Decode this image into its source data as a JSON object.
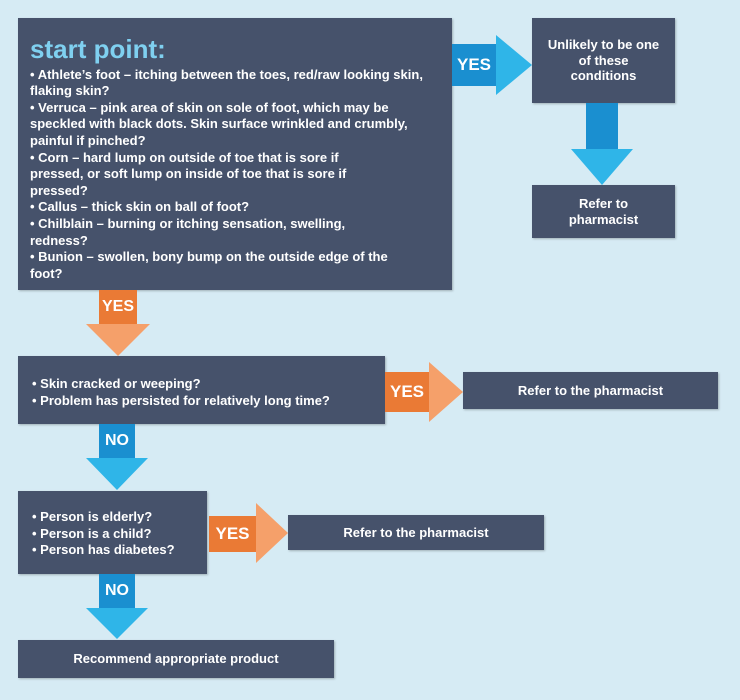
{
  "start": {
    "title": "start point:",
    "items": [
      "Athlete’s foot – itching between the toes, red/raw looking skin, flaking skin?",
      "Verruca – pink area of skin on sole of foot, which may be speckled with black dots. Skin surface wrinkled and crumbly, painful if pinched?",
      "Corn – hard lump on outside of toe that is sore if pressed, or soft lump on inside of toe that is sore if pressed?",
      "Callus – thick skin on ball of foot?",
      "Chilblain – burning or itching sensation, swelling, redness?",
      "Bunion – swollen, bony bump on the outside edge of the foot?"
    ]
  },
  "branch_right": {
    "yes_label": "YES",
    "unlikely_text": "Unlikely to be one of these conditions",
    "refer_text": "Refer to pharmacist"
  },
  "step1": {
    "yes_label": "YES",
    "items": [
      "Skin cracked or weeping?",
      "Problem has persisted for relatively long time?"
    ],
    "yes_label_right": "YES",
    "refer_text": "Refer to the pharmacist",
    "no_label": "NO"
  },
  "step2": {
    "items": [
      "Person is elderly?",
      "Person is a child?",
      "Person has diabetes?"
    ],
    "yes_label": "YES",
    "refer_text": "Refer to the pharmacist",
    "no_label": "NO"
  },
  "final": {
    "text": "Recommend appropriate product"
  },
  "colors": {
    "background": "#d6ebf4",
    "box": "#46526b",
    "title": "#7fd0f0",
    "blue_arrow": "#2fb5e8",
    "blue_label": "#1a8fd0",
    "orange_arrow": "#f5a06a",
    "orange_label": "#ea7a35"
  }
}
